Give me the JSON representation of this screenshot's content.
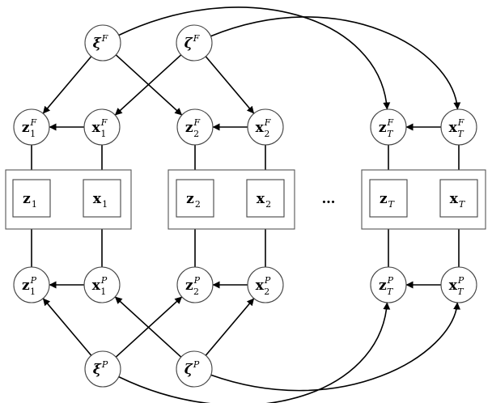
{
  "nodes": [
    {
      "id": "xiF",
      "base": "ξ",
      "bold": true,
      "italic": true,
      "sup": "F",
      "sub": ""
    },
    {
      "id": "zetaF",
      "base": "ζ",
      "bold": true,
      "italic": true,
      "sup": "F",
      "sub": ""
    },
    {
      "id": "z1F",
      "base": "z",
      "bold": true,
      "italic": false,
      "sup": "F",
      "sub": "1"
    },
    {
      "id": "x1F",
      "base": "x",
      "bold": true,
      "italic": false,
      "sup": "F",
      "sub": "1"
    },
    {
      "id": "z2F",
      "base": "z",
      "bold": true,
      "italic": false,
      "sup": "F",
      "sub": "2"
    },
    {
      "id": "x2F",
      "base": "x",
      "bold": true,
      "italic": false,
      "sup": "F",
      "sub": "2"
    },
    {
      "id": "zTF",
      "base": "z",
      "bold": true,
      "italic": false,
      "sup": "F",
      "sub": "T"
    },
    {
      "id": "xTF",
      "base": "x",
      "bold": true,
      "italic": false,
      "sup": "F",
      "sub": "T"
    },
    {
      "id": "z1P",
      "base": "z",
      "bold": true,
      "italic": false,
      "sup": "P",
      "sub": "1"
    },
    {
      "id": "x1P",
      "base": "x",
      "bold": true,
      "italic": false,
      "sup": "P",
      "sub": "1"
    },
    {
      "id": "z2P",
      "base": "z",
      "bold": true,
      "italic": false,
      "sup": "P",
      "sub": "2"
    },
    {
      "id": "x2P",
      "base": "x",
      "bold": true,
      "italic": false,
      "sup": "P",
      "sub": "2"
    },
    {
      "id": "zTP",
      "base": "z",
      "bold": true,
      "italic": false,
      "sup": "P",
      "sub": "T"
    },
    {
      "id": "xTP",
      "base": "x",
      "bold": true,
      "italic": false,
      "sup": "P",
      "sub": "T"
    },
    {
      "id": "xiP",
      "base": "ξ",
      "bold": true,
      "italic": true,
      "sup": "P",
      "sub": ""
    },
    {
      "id": "zetaP",
      "base": "ζ",
      "bold": true,
      "italic": true,
      "sup": "P",
      "sub": ""
    }
  ],
  "boxes": [
    {
      "id": "z1",
      "base": "z",
      "sub": "1"
    },
    {
      "id": "x1",
      "base": "x",
      "sub": "1"
    },
    {
      "id": "z2",
      "base": "z",
      "sub": "2"
    },
    {
      "id": "x2",
      "base": "x",
      "sub": "2"
    },
    {
      "id": "zT",
      "base": "z",
      "sub": "T"
    },
    {
      "id": "xT",
      "base": "x",
      "sub": "T"
    }
  ],
  "edges": [
    {
      "from": "xiF",
      "to": "z1F"
    },
    {
      "from": "xiF",
      "to": "z2F"
    },
    {
      "from": "xiF",
      "to": "zTF"
    },
    {
      "from": "zetaF",
      "to": "x1F"
    },
    {
      "from": "zetaF",
      "to": "x2F"
    },
    {
      "from": "zetaF",
      "to": "xTF"
    },
    {
      "from": "x1F",
      "to": "z1F"
    },
    {
      "from": "x2F",
      "to": "z2F"
    },
    {
      "from": "xTF",
      "to": "zTF"
    },
    {
      "from": "z1F",
      "to": "z1"
    },
    {
      "from": "x1F",
      "to": "x1"
    },
    {
      "from": "z2F",
      "to": "z2"
    },
    {
      "from": "x2F",
      "to": "x2"
    },
    {
      "from": "zTF",
      "to": "zT"
    },
    {
      "from": "xTF",
      "to": "xT"
    },
    {
      "from": "z1P",
      "to": "z1"
    },
    {
      "from": "x1P",
      "to": "x1"
    },
    {
      "from": "z2P",
      "to": "z2"
    },
    {
      "from": "x2P",
      "to": "x2"
    },
    {
      "from": "zTP",
      "to": "zT"
    },
    {
      "from": "xTP",
      "to": "xT"
    },
    {
      "from": "x1P",
      "to": "z1P"
    },
    {
      "from": "x2P",
      "to": "z2P"
    },
    {
      "from": "xTP",
      "to": "zTP"
    },
    {
      "from": "xiP",
      "to": "z1P"
    },
    {
      "from": "xiP",
      "to": "z2P"
    },
    {
      "from": "xiP",
      "to": "zTP"
    },
    {
      "from": "zetaP",
      "to": "x1P"
    },
    {
      "from": "zetaP",
      "to": "x2P"
    },
    {
      "from": "zetaP",
      "to": "xTP"
    }
  ],
  "ellipsis": "…"
}
